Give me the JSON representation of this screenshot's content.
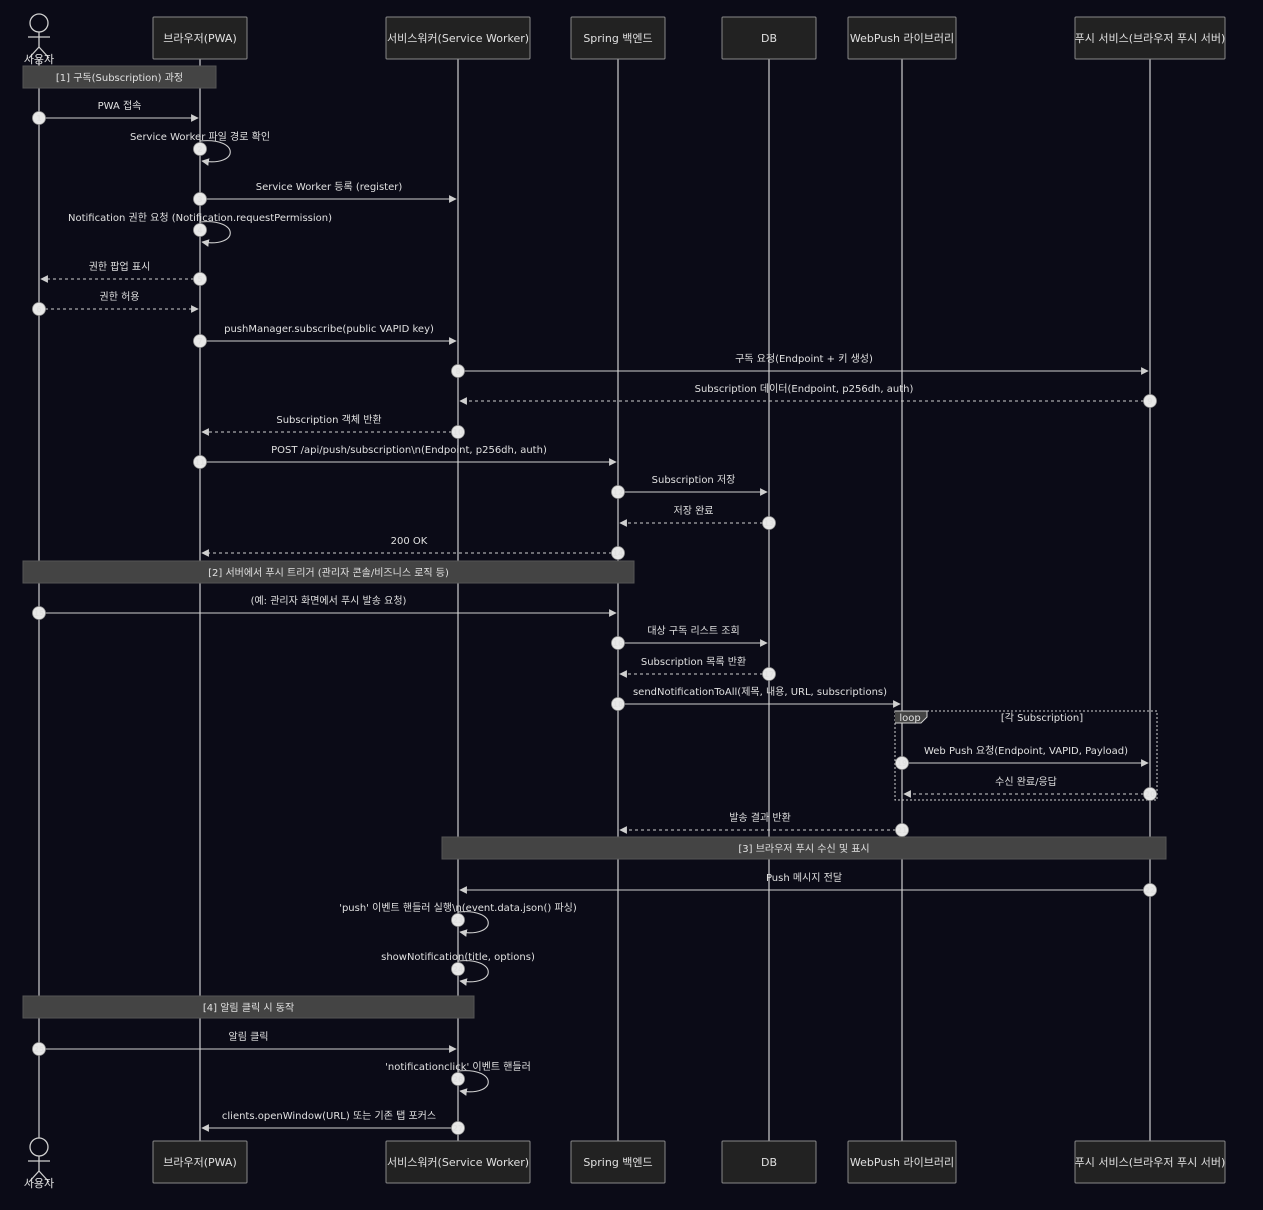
{
  "colors": {
    "background": "#0b0b17",
    "line": "#cfcfcf",
    "box_fill": "#222222",
    "box_stroke": "#888888",
    "note_fill": "#444444",
    "text": "#e0e0e0"
  },
  "participants": [
    {
      "id": "user",
      "label": "사용자",
      "type": "actor"
    },
    {
      "id": "browser",
      "label": "브라우저(PWA)",
      "type": "box"
    },
    {
      "id": "sw",
      "label": "서비스워커(Service Worker)",
      "type": "box"
    },
    {
      "id": "spring",
      "label": "Spring 백엔드",
      "type": "box"
    },
    {
      "id": "db",
      "label": "DB",
      "type": "box"
    },
    {
      "id": "webpush",
      "label": "WebPush 라이브러리",
      "type": "box"
    },
    {
      "id": "pushsvc",
      "label": "푸시 서비스(브라우저 푸시 서버)",
      "type": "box"
    }
  ],
  "sections": [
    {
      "label": "[1] 구독(Subscription) 과정",
      "from": "user",
      "to": "browser"
    },
    {
      "label": "[2] 서버에서 푸시 트리거 (관리자 콘솔/비즈니스 로직 등)",
      "from": "user",
      "to": "spring"
    },
    {
      "label": "[3] 브라우저 푸시 수신 및 표시",
      "from": "sw",
      "to": "pushsvc"
    },
    {
      "label": "[4] 알림 클릭 시 동작",
      "from": "user",
      "to": "sw"
    }
  ],
  "loop": {
    "keyword": "loop",
    "label": "[각 Subscription]"
  },
  "messages": [
    {
      "n": "1",
      "from": "user",
      "to": "browser",
      "label": "PWA 접속",
      "dashed": false
    },
    {
      "n": "2",
      "from": "browser",
      "to": "browser",
      "label": "Service Worker 파일 경로 확인",
      "dashed": false
    },
    {
      "n": "3",
      "from": "browser",
      "to": "sw",
      "label": "Service Worker 등록 (register)",
      "dashed": false
    },
    {
      "n": "4",
      "from": "browser",
      "to": "browser",
      "label": "Notification 권한 요청 (Notification.requestPermission)",
      "dashed": false
    },
    {
      "n": "5",
      "from": "browser",
      "to": "user",
      "label": "권한 팝업 표시",
      "dashed": true
    },
    {
      "n": "6",
      "from": "user",
      "to": "browser",
      "label": "권한 허용",
      "dashed": true
    },
    {
      "n": "7",
      "from": "browser",
      "to": "sw",
      "label": "pushManager.subscribe(public VAPID key)",
      "dashed": false
    },
    {
      "n": "8",
      "from": "sw",
      "to": "pushsvc",
      "label": "구독 요청(Endpoint + 키 생성)",
      "dashed": false
    },
    {
      "n": "9",
      "from": "pushsvc",
      "to": "sw",
      "label": "Subscription 데이터(Endpoint, p256dh, auth)",
      "dashed": true
    },
    {
      "n": "10",
      "from": "sw",
      "to": "browser",
      "label": "Subscription 객체 반환",
      "dashed": true
    },
    {
      "n": "11",
      "from": "browser",
      "to": "spring",
      "label": "POST /api/push/subscription\\n(Endpoint, p256dh, auth)",
      "dashed": false
    },
    {
      "n": "12",
      "from": "spring",
      "to": "db",
      "label": "Subscription 저장",
      "dashed": false
    },
    {
      "n": "13",
      "from": "db",
      "to": "spring",
      "label": "저장 완료",
      "dashed": true
    },
    {
      "n": "14",
      "from": "spring",
      "to": "browser",
      "label": "200 OK",
      "dashed": true
    },
    {
      "n": "15",
      "from": "user",
      "to": "spring",
      "label": "(예: 관리자 화면에서 푸시 발송 요청)",
      "dashed": false
    },
    {
      "n": "16",
      "from": "spring",
      "to": "db",
      "label": "대상 구독 리스트 조회",
      "dashed": false
    },
    {
      "n": "17",
      "from": "db",
      "to": "spring",
      "label": "Subscription 목록 반환",
      "dashed": true
    },
    {
      "n": "18",
      "from": "spring",
      "to": "webpush",
      "label": "sendNotificationToAll(제목, 내용, URL, subscriptions)",
      "dashed": false
    },
    {
      "n": "19",
      "from": "webpush",
      "to": "pushsvc",
      "label": "Web Push 요청(Endpoint, VAPID, Payload)",
      "dashed": false
    },
    {
      "n": "20",
      "from": "pushsvc",
      "to": "webpush",
      "label": "수신 완료/응답",
      "dashed": true
    },
    {
      "n": "21",
      "from": "webpush",
      "to": "spring",
      "label": "발송 결과 반환",
      "dashed": true
    },
    {
      "n": "22",
      "from": "pushsvc",
      "to": "sw",
      "label": "Push 메시지 전달",
      "dashed": false
    },
    {
      "n": "23",
      "from": "sw",
      "to": "sw",
      "label": "'push' 이벤트 핸들러 실행\\n(event.data.json() 파싱)",
      "dashed": false
    },
    {
      "n": "24",
      "from": "sw",
      "to": "sw",
      "label": "showNotification(title, options)",
      "dashed": false
    },
    {
      "n": "25",
      "from": "user",
      "to": "sw",
      "label": "알림 클릭",
      "dashed": false
    },
    {
      "n": "26",
      "from": "sw",
      "to": "sw",
      "label": "'notificationclick' 이벤트 핸들러",
      "dashed": false
    },
    {
      "n": "27",
      "from": "sw",
      "to": "browser",
      "label": "clients.openWindow(URL) 또는 기존 탭 포커스",
      "dashed": false
    }
  ]
}
